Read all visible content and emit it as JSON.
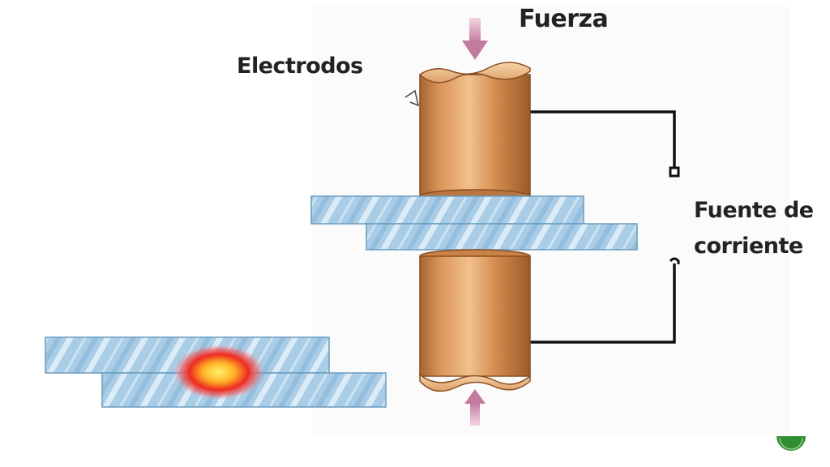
{
  "labels": {
    "force": "Fuerza",
    "electrodes": "Electrodos",
    "source_line1": "Fuente de",
    "source_line2": "corriente"
  },
  "colors": {
    "copper": "#d9955a",
    "copper_dark": "#a8642e",
    "sheet_blue": "#a9cde6",
    "sheet_edge": "#6a9cbf",
    "wire": "#111111",
    "arrow": "#c98aa8",
    "weld_outer": "#e8242a",
    "weld_inner": "#ffd84a",
    "badge": "#2f8f2f"
  },
  "icons": {
    "force_arrow": "arrow-down-icon",
    "slide_badge": "green-circle-icon"
  }
}
